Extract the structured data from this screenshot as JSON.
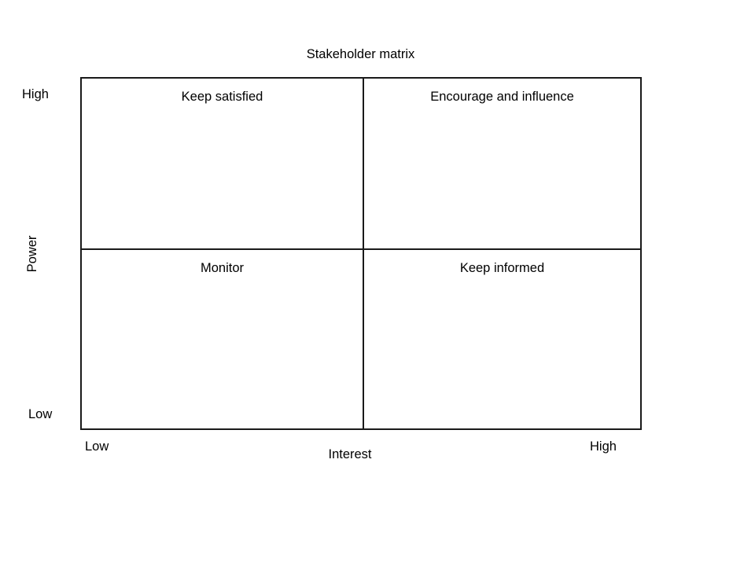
{
  "chart_data": {
    "type": "table",
    "title": "Stakeholder matrix",
    "xlabel": "Interest",
    "ylabel": "Power",
    "grid": true,
    "legend": false,
    "x_ticklabels": [
      "Low",
      "High"
    ],
    "y_ticklabels": [
      "Low",
      "High"
    ],
    "xlim": [
      "Low",
      "High"
    ],
    "ylim": [
      "Low",
      "High"
    ],
    "categories": [
      "Low interest",
      "High interest"
    ],
    "rows": [
      "High power",
      "Low power"
    ],
    "cells": [
      [
        "Keep satisfied",
        "Encourage and influence"
      ],
      [
        "Monitor",
        "Keep informed"
      ]
    ],
    "quadrants": [
      {
        "id": "top-left",
        "power": "High",
        "interest": "Low",
        "label": "Keep satisfied"
      },
      {
        "id": "top-right",
        "power": "High",
        "interest": "High",
        "label": "Encourage and influence"
      },
      {
        "id": "bottom-left",
        "power": "Low",
        "interest": "Low",
        "label": "Monitor"
      },
      {
        "id": "bottom-right",
        "power": "Low",
        "interest": "High",
        "label": "Keep informed"
      }
    ],
    "colors": {
      "background": "#ffffff",
      "line": "#1a1a1a",
      "text": "#000000"
    }
  },
  "title": "Stakeholder matrix",
  "quadrants": {
    "top_left": "Keep satisfied",
    "top_right": "Encourage and influence",
    "bottom_left": "Monitor",
    "bottom_right": "Keep informed"
  },
  "y_axis": {
    "title": "Power",
    "high": "High",
    "low": "Low"
  },
  "x_axis": {
    "title": "Interest",
    "low": "Low",
    "high": "High"
  }
}
